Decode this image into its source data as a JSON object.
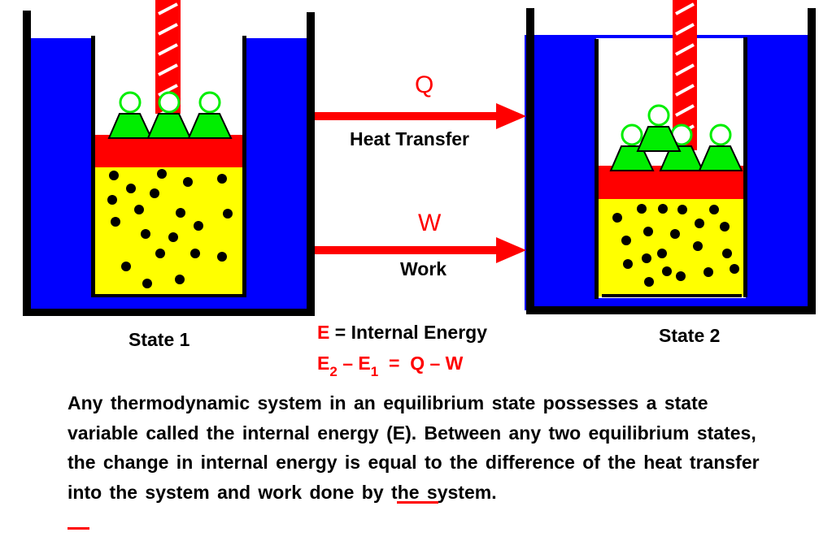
{
  "labels": {
    "q": "Q",
    "heat_transfer": "Heat Transfer",
    "w": "W",
    "work": "Work",
    "state1": "State 1",
    "state2": "State 2"
  },
  "definition": {
    "symbol": "E",
    "equals": " = ",
    "text": "Internal  Energy"
  },
  "equation": {
    "e2": "E",
    "e2_sub": "2",
    "minus": " – ",
    "e1": "E",
    "e1_sub": "1",
    "rhs": "  =  Q – W"
  },
  "paragraph": {
    "part1": "Any thermodynamic system in an equilibrium state possesses a state variable called the internal energy (E).  Between any two equilibrium states, the change in internal energy is equal to the difference of the heat transfer ",
    "into": "into",
    "part2": " the system and work done ",
    "by": "by",
    "part3": " the system."
  },
  "colors": {
    "water": "#0000ff",
    "gas": "#ffff00",
    "piston": "#ff0000",
    "weight": "#00ee00",
    "arrow": "#ff0000"
  }
}
